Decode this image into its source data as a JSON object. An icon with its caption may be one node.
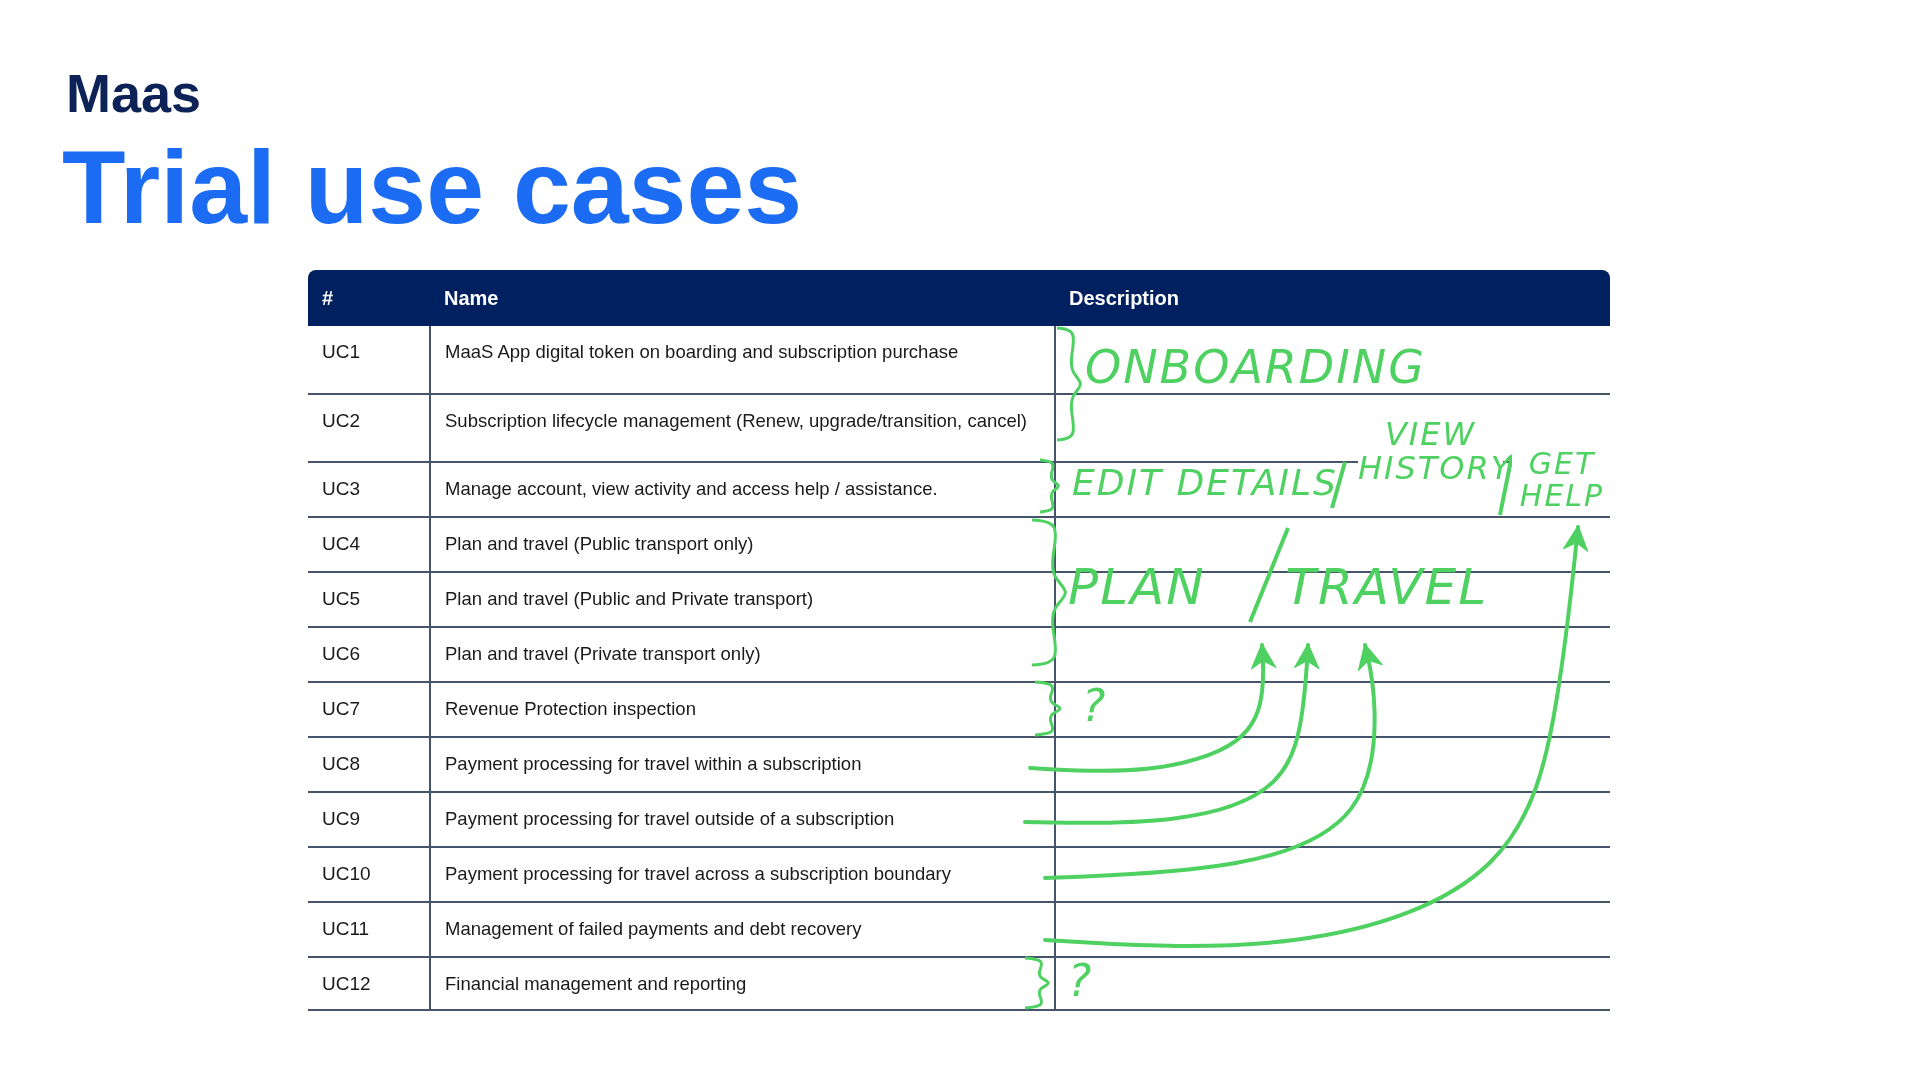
{
  "diagram": {
    "title": "Trial use cases",
    "nodes": [
      {
        "text": [
          "PLAN",
          "TRAVEL"
        ]
      },
      {
        "text": [
          "GET HELP"
        ]
      }
    ],
    "edges": [
      {
        "from": null,
        "to": 0,
        "arrow": "to"
      },
      {
        "from": null,
        "to": 0,
        "arrow": "to"
      },
      {
        "from": null,
        "to": 0,
        "arrow": "to"
      },
      {
        "from": null,
        "to": 1,
        "arrow": "to"
      }
    ],
    "labels": [
      "Maas",
      "#",
      "Name",
      "Description",
      "UC1",
      "MaaS App digital token on boarding and subscription purchase",
      "UC2",
      "Subscription lifecycle management (Renew, upgrade/transition, cancel)",
      "UC3",
      "Manage account, view activity and access help / assistance.",
      "UC4",
      "Plan and travel (Public transport only)",
      "UC5",
      "Plan and travel (Public and Private transport)",
      "UC6",
      "Plan and travel (Private transport only)",
      "UC7",
      "Revenue Protection inspection",
      "UC8",
      "Payment processing for travel within a subscription",
      "UC9",
      "Payment processing for travel outside of a subscription",
      "UC10",
      "Payment processing for travel across a subscription boundary",
      "UC11",
      "Management of failed payments and debt recovery",
      "UC12",
      "Financial management and reporting",
      "ONBOARDING",
      "EDIT DETAILS",
      "VIEW HISTORY",
      "?",
      "?"
    ]
  }
}
